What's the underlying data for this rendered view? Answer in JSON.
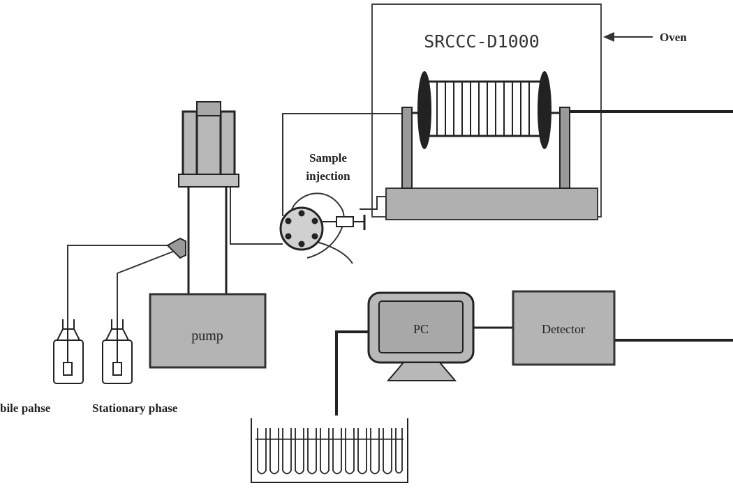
{
  "diagram": {
    "title": "SRCCC-D1000",
    "oven_label": "Oven",
    "sample_injection_label_1": "Sample",
    "sample_injection_label_2": "injection",
    "pump_label": "pump",
    "pc_label": "PC",
    "detector_label": "Detector",
    "mobile_phase_label": "bile pahse",
    "stationary_phase_label": "Stationary phase"
  }
}
